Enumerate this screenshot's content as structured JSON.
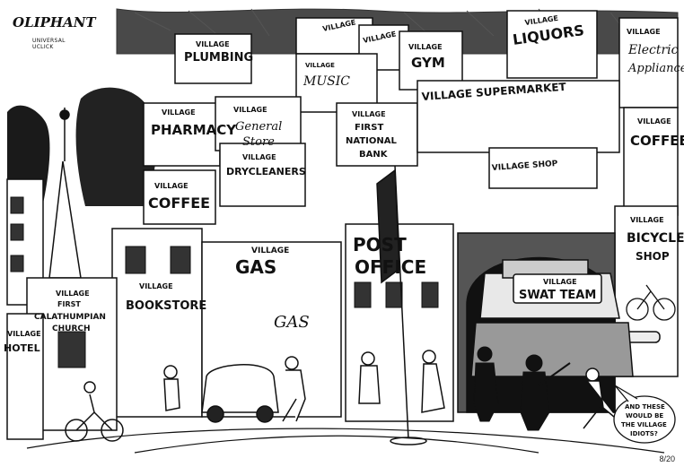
{
  "artist": {
    "signature": "OLIPHANT",
    "syndicate_line1": "UNIVERSAL",
    "syndicate_line2": "UCLICK"
  },
  "page_number": "8/20",
  "signs": {
    "plumbing": [
      "VILLAGE",
      "PLUMBING"
    ],
    "liquors": [
      "VILLAGE",
      "LIQUORS"
    ],
    "electric": [
      "VILLAGE",
      "Electric",
      "Appliance"
    ],
    "music": [
      "VILLAGE",
      "MUSIC"
    ],
    "gym": [
      "VILLAGE",
      "GYM"
    ],
    "village_top": [
      "VILLAGE",
      "VILLAGE"
    ],
    "supermarket": "VILLAGE SUPERMARKET",
    "pharmacy": [
      "VILLAGE",
      "PHARMACY"
    ],
    "general_store": [
      "VILLAGE",
      "General",
      "Store"
    ],
    "bank": [
      "VILLAGE",
      "FIRST",
      "NATIONAL",
      "BANK"
    ],
    "dry_cleaners": [
      "VILLAGE",
      "DRYCLEANERS"
    ],
    "coffee_left": [
      "VILLAGE",
      "COFFEE"
    ],
    "coffee_right": [
      "VILLAGE",
      "COFFEE"
    ],
    "shop": "VILLAGE SHOP",
    "bicycle": [
      "VILLAGE",
      "BICYCLE",
      "SHOP"
    ],
    "gas_sign": [
      "VILLAGE",
      "GAS"
    ],
    "gas_window": "GAS",
    "post_office": [
      "POST",
      "OFFICE"
    ],
    "bookstore": [
      "VILLAGE",
      "BOOKSTORE"
    ],
    "church": [
      "VILLAGE",
      "FIRST",
      "CALATHUMPIAN",
      "CHURCH"
    ],
    "hotel": [
      "VILLAGE",
      "HOTEL"
    ],
    "swat": [
      "VILLAGE",
      "SWAT TEAM"
    ]
  },
  "speech_bubble": [
    "AND THESE",
    "WOULD BE",
    "THE VILLAGE",
    "IDIOTS?"
  ]
}
